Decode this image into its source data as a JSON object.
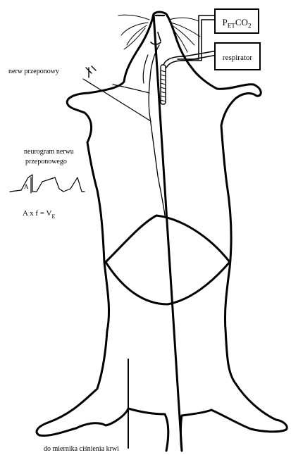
{
  "labels": {
    "petco2": {
      "P": "P",
      "ET": "ET",
      "CO": "CO",
      "two": "2"
    },
    "respirator": "respirator",
    "nerve": "nerw przeponowy",
    "neurogram_line1": "neurogram nerwu",
    "neurogram_line2": "przeponowego",
    "neurogram_peak": "A",
    "formula": {
      "left": "A x f = V",
      "sub": "E"
    },
    "blood_pressure": "do miernika ciśnienia krwi"
  },
  "colors": {
    "stroke": "#000000",
    "background": "#ffffff"
  }
}
